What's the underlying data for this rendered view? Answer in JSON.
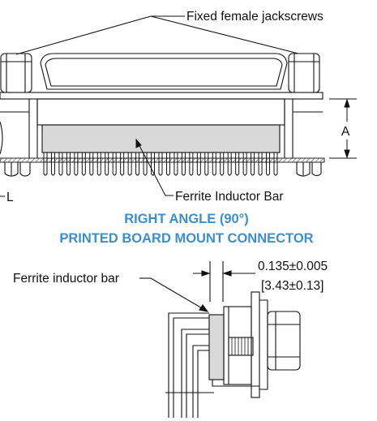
{
  "labels": {
    "jackscrews": "Fixed female jackscrews",
    "dim_a": "A",
    "dim_l": "L",
    "ferrite_bar": "Ferrite Inductor Bar",
    "ferrite_bar_side": "Ferrite inductor bar",
    "dim_value": "0.135±0.005",
    "dim_value_metric": "[3.43±0.13]"
  },
  "heading": {
    "line1": "RIGHT ANGLE (90°)",
    "line2": "PRINTED BOARD MOUNT CONNECTOR"
  },
  "colors": {
    "heading": "#3d8fc6",
    "line": "#111111",
    "ferrite_fill": "#d9d9d9"
  }
}
